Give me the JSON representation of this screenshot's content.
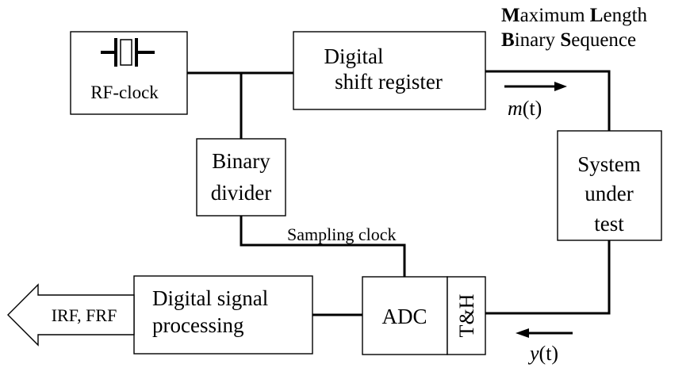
{
  "title": {
    "line1_bold": "M",
    "line1_rest1": "aximum ",
    "line1_bold2": "L",
    "line1_rest2": "ength",
    "line2_bold": "B",
    "line2_rest1": "inary ",
    "line2_bold2": "S",
    "line2_rest2": "equence"
  },
  "blocks": {
    "rf_clock": "RF-clock",
    "shift_register": [
      "Digital",
      "shift register"
    ],
    "binary_divider": [
      "Binary",
      "divider"
    ],
    "system_under_test": [
      "System",
      "under",
      "test"
    ],
    "adc": "ADC",
    "track_hold": "T&H",
    "dsp": [
      "Digital signal",
      "processing"
    ],
    "output_arrow": "IRF, FRF"
  },
  "signals": {
    "m_var": "m",
    "m_arg": "(t)",
    "y_var": "y",
    "y_arg": "(t)",
    "sampling_clock": "Sampling clock"
  }
}
